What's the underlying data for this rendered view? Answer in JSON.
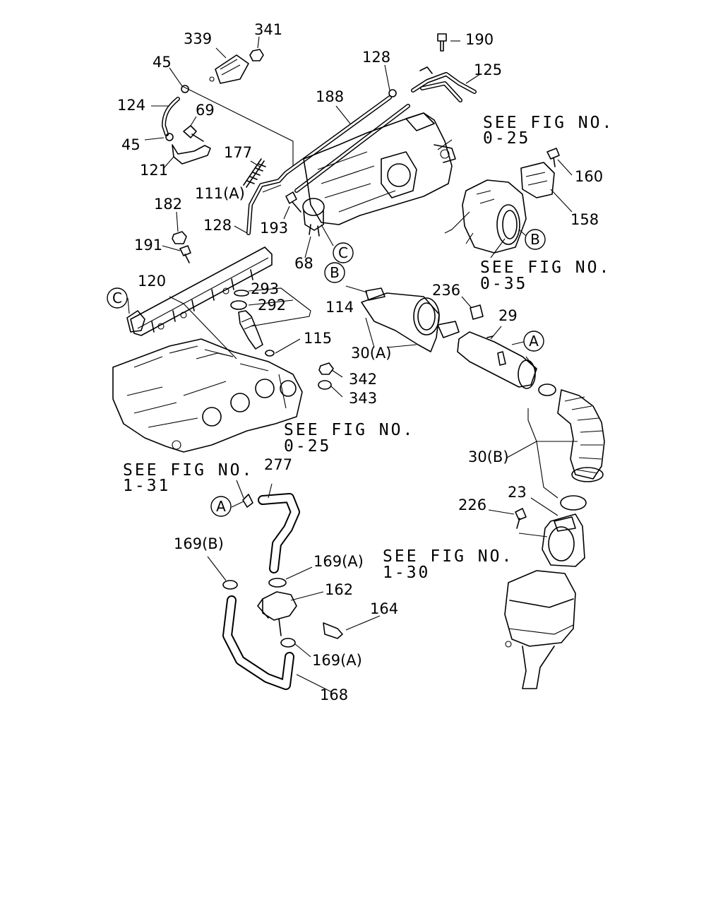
{
  "part_labels": {
    "p339": "339",
    "p341": "341",
    "p45a": "45",
    "p124": "124",
    "p69": "69",
    "p45b": "45",
    "p121": "121",
    "p177": "177",
    "p188": "188",
    "p128a": "128",
    "p190": "190",
    "p125": "125",
    "p111a": "111(A)",
    "p182": "182",
    "p128b": "128",
    "p193": "193",
    "p191": "191",
    "p68": "68",
    "p160": "160",
    "p158": "158",
    "p120": "120",
    "p293": "293",
    "p292": "292",
    "p114": "114",
    "p236": "236",
    "p29": "29",
    "p115": "115",
    "p30a": "30(A)",
    "p342": "342",
    "p343": "343",
    "p30b": "30(B)",
    "p277": "277",
    "p23": "23",
    "p226": "226",
    "p169b": "169(B)",
    "p169a1": "169(A)",
    "p162": "162",
    "p164": "164",
    "p169a2": "169(A)",
    "p168": "168"
  },
  "references": {
    "r025a_1": "SEE FIG NO.",
    "r025a_2": "0-25",
    "r035_1": "SEE FIG NO.",
    "r035_2": "0-35",
    "r025b_1": "SEE FIG NO.",
    "r025b_2": "0-25",
    "r131_1": "SEE FIG NO.",
    "r131_2": "1-31",
    "r130_1": "SEE FIG NO.",
    "r130_2": "1-30"
  },
  "callouts": {
    "c_top": "C",
    "c_left": "C",
    "b_left": "B",
    "b_right": "B",
    "a_right": "A",
    "a_left": "A"
  }
}
